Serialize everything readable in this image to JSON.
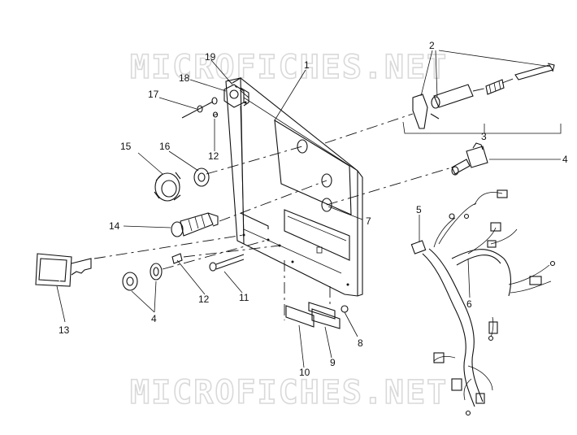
{
  "watermark": "MICROFICHES.NET",
  "callouts": {
    "c1": "1",
    "c2": "2",
    "c3": "3",
    "c4a": "4",
    "c4b": "4",
    "c5": "5",
    "c6": "6",
    "c7": "7",
    "c8": "8",
    "c9": "9",
    "c10": "10",
    "c11": "11",
    "c12a": "12",
    "c12b": "12",
    "c13": "13",
    "c14": "14",
    "c15": "15",
    "c16": "16",
    "c17": "17",
    "c18": "18",
    "c19": "19"
  }
}
